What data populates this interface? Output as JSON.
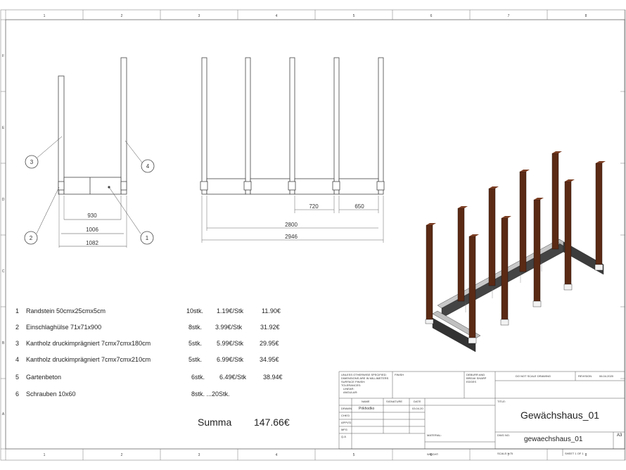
{
  "frame": {
    "col_numbers": [
      "1",
      "2",
      "3",
      "4",
      "5",
      "6",
      "7",
      "8"
    ],
    "row_letters": [
      "F",
      "E",
      "D",
      "C",
      "B",
      "A"
    ]
  },
  "front_view": {
    "dims": [
      "930",
      "1006",
      "1082"
    ],
    "balloons": [
      "3",
      "4",
      "2",
      "1"
    ]
  },
  "side_view": {
    "dims": [
      "720",
      "650",
      "2800",
      "2946"
    ]
  },
  "bom": [
    {
      "num": "1",
      "desc": "Randstein 50cmx25cmx5cm",
      "qty": "10stk.",
      "price": "1.19€/Stk",
      "total": "11.90€"
    },
    {
      "num": "2",
      "desc": "Einschlaghülse 71x71x900",
      "qty": "8stk.",
      "price": "3.99€/Stk",
      "total": "31.92€"
    },
    {
      "num": "3",
      "desc": "Kantholz druckimprägniert 7cmx7cmx180cm",
      "qty": "5stk.",
      "price": "5.99€/Stk",
      "total": "29.95€"
    },
    {
      "num": "4",
      "desc": "Kantholz druckimprägniert 7cmx7cmx210cm",
      "qty": "5stk.",
      "price": "6.99€/Stk",
      "total": "34.95€"
    },
    {
      "num": "5",
      "desc": "Gartenbeton",
      "qty": "6stk.",
      "price": "6.49€/Stk",
      "total": "38.94€"
    },
    {
      "num": "6",
      "desc": "Schrauben 10x60",
      "qty": "8stk. ...20Stk.",
      "price": "",
      "total": ""
    }
  ],
  "summary": {
    "label": "Summa",
    "value": "147.66€"
  },
  "title_block": {
    "notes": [
      "UNLESS OTHERWISE SPECIFIED:",
      "DIMENSIONS ARE IN MILLIMETERS",
      "SURFACE FINISH:",
      "TOLERANCES:",
      "LINEAR:",
      "ANGULAR:"
    ],
    "finish_label": "FINISH",
    "deburr": [
      "DEBURR AND",
      "BREAK SHARP",
      "EDGES"
    ],
    "do_not_scale": "DO NOT SCALE DRAWING",
    "revision_label": "REVISION",
    "revision_date": "06.04.2020",
    "headers": {
      "name": "NAME",
      "signature": "SIGNATURE",
      "date": "DATE"
    },
    "rows": [
      {
        "role": "DRAWN",
        "name": "Prikhodko",
        "sig": "",
        "date": "03.04.20"
      },
      {
        "role": "CHK'D",
        "name": "",
        "sig": "",
        "date": ""
      },
      {
        "role": "APPV'D",
        "name": "",
        "sig": "",
        "date": ""
      },
      {
        "role": "MFG",
        "name": "",
        "sig": "",
        "date": ""
      },
      {
        "role": "Q.A",
        "name": "",
        "sig": "",
        "date": ""
      }
    ],
    "material_label": "MATERIAL:",
    "weight_label": "WEIGHT:",
    "title_label": "TITLE:",
    "title": "Gewächshaus_01",
    "dwg_no_label": "DWG NO.",
    "dwg_no": "gewaechshaus_01",
    "size": "A3",
    "scale_label": "SCALE:1:75",
    "sheet_label": "SHEET 1 OF 1"
  },
  "colors": {
    "line": "#555555",
    "post": "#5b2a15",
    "post_dark": "#3a1a0c",
    "post_light": "#7a3d22",
    "block_top": "#c0c0c0",
    "block_front": "#4a4a4a",
    "block_side": "#333333"
  }
}
